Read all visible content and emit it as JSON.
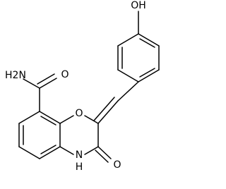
{
  "atoms": {
    "hydroxyl": "OH",
    "amide_nitrogen": "H2N",
    "amide_oxygen": "O",
    "ring_oxygen": "O",
    "ring_nitrogen": "N",
    "ring_nitrogen_h": "H",
    "lactam_oxygen": "O"
  },
  "colors": {
    "bond": "#000000",
    "label": "#000000",
    "background": "#ffffff"
  }
}
